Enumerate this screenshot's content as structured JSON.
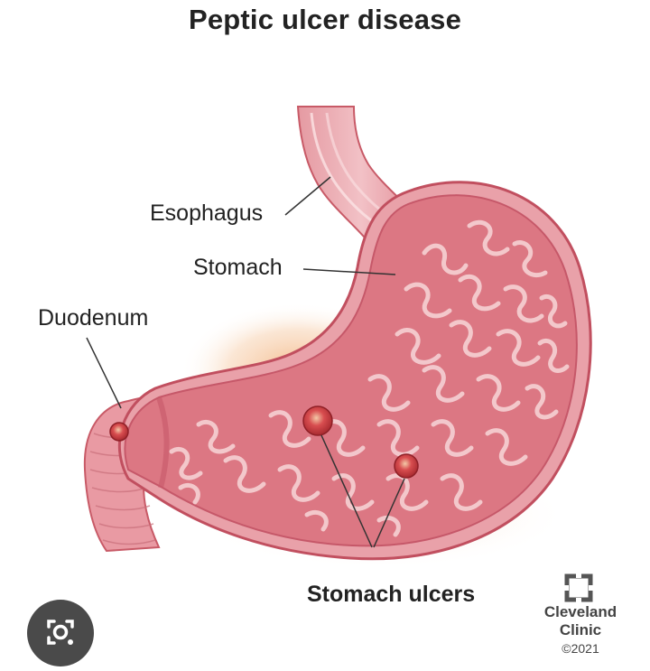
{
  "title": "Peptic ulcer disease",
  "labels": {
    "esophagus": "Esophagus",
    "stomach": "Stomach",
    "duodenum": "Duodenum",
    "stomach_ulcers": "Stomach ulcers"
  },
  "logo": {
    "line1": "Cleveland",
    "line2": "Clinic",
    "copyright": "©2021"
  },
  "icons": {
    "logo": "cleveland-clinic-logo-icon",
    "lens": "google-lens-icon"
  },
  "colors": {
    "stomach_outer": "#e58f98",
    "stomach_inner": "#dd7582",
    "rugae": "#f6d3d6",
    "ulcer": "#b63238",
    "glow": "#f6c7a0",
    "text": "#222222"
  }
}
